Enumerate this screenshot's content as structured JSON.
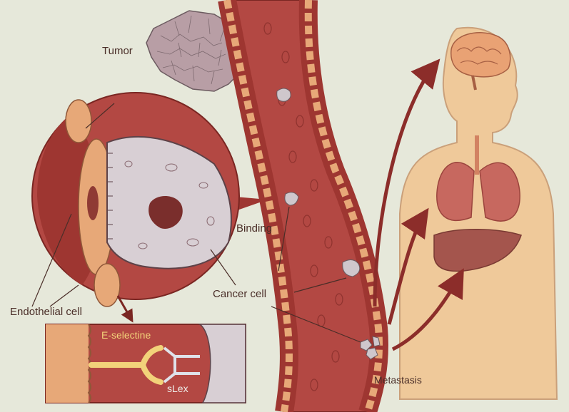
{
  "labels": {
    "tumor": "Tumor",
    "binding": "Binding",
    "cancer_cell": "Cancer cell",
    "endothelial_cell": "Endothelial cell",
    "e_selectine": "E-selectine",
    "slex": "sLex",
    "metastasis": "Metastasis"
  },
  "colors": {
    "background": "#e6e8da",
    "vessel_wall": "#9e3631",
    "vessel_lumen": "#b7504a",
    "endothelial": "#e7a878",
    "cancer_cell": "#d8cfd4",
    "body": "#efc99a",
    "organs": "#c7685f",
    "liver": "#a4554d",
    "arrow": "#8c2d2a"
  },
  "icons": [
    "tumor-icon",
    "blood-vessel-icon",
    "human-body-icon",
    "brain-icon",
    "lungs-icon",
    "liver-icon",
    "magnified-circle-icon",
    "molecular-detail-icon"
  ]
}
